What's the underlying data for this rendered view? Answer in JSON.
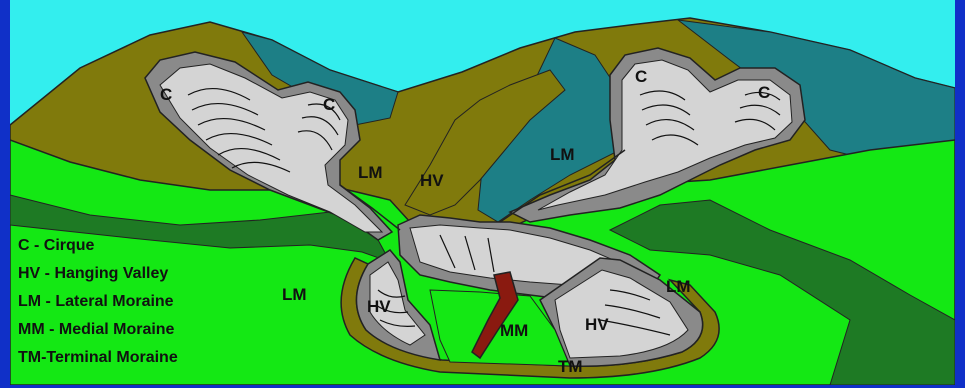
{
  "legend": {
    "items": [
      "C - Cirque",
      "HV - Hanging Valley",
      "LM - Lateral Moraine",
      "MM - Medial Moraine",
      "TM-Terminal Moraine"
    ]
  },
  "labels": {
    "cirque": "C",
    "hanging_valley": "HV",
    "lateral_moraine": "LM",
    "medial_moraine": "MM",
    "terminal_moraine": "TM"
  },
  "colors": {
    "frame": "#1030c8",
    "sky": "#33eeee",
    "mountain_olive": "#807a0c",
    "mountain_teal": "#1d7f86",
    "grass": "#14e814",
    "grass_dark": "#1e7a24",
    "ice": "#d4d4d4",
    "ice_dark": "#8a8a8a",
    "medial_moraine": "#8a1a10"
  }
}
